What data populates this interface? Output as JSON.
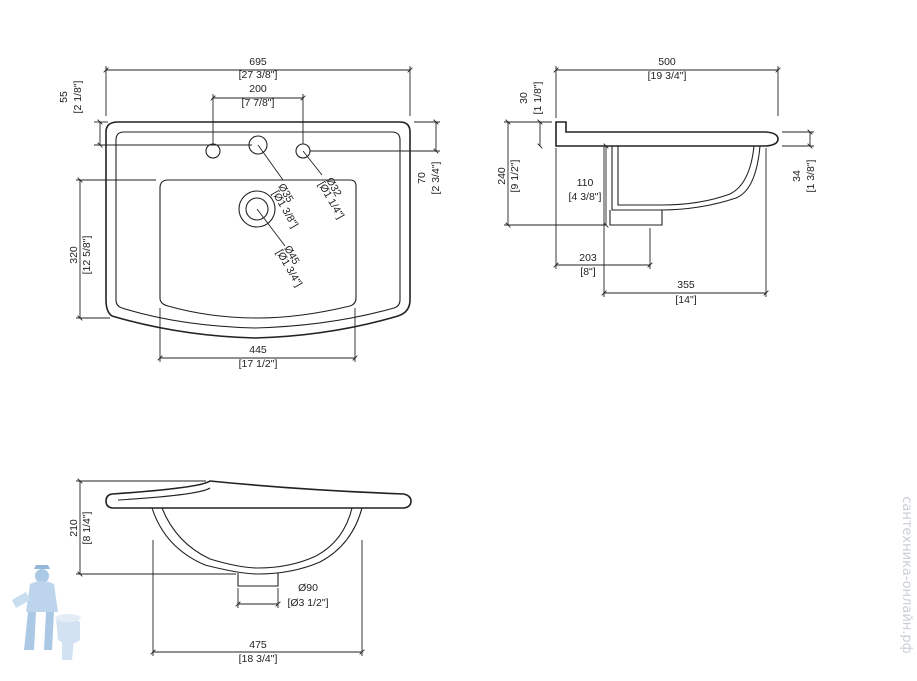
{
  "top_view": {
    "overall_width": {
      "mm": "695",
      "in": "[27 3/8\"]"
    },
    "tap_spacing": {
      "mm": "200",
      "in": "[7 7/8\"]"
    },
    "rim_depth": {
      "mm": "55",
      "in": "[2 1/8\"]"
    },
    "tap_hole_offset": {
      "mm": "70",
      "in": "[2 3/4\"]"
    },
    "bowl_depth": {
      "mm": "320",
      "in": "[12 5/8\"]"
    },
    "bowl_width": {
      "mm": "445",
      "in": "[17 1/2\"]"
    },
    "hole_main": {
      "mm": "Ø35",
      "in": "[Ø1 3/8\"]"
    },
    "hole_small": {
      "mm": "Ø32",
      "in": "[Ø1 1/4\"]"
    },
    "drain_hole": {
      "mm": "Ø45",
      "in": "[Ø1 3/4\"]"
    }
  },
  "side_view": {
    "overall_depth": {
      "mm": "500",
      "in": "[19 3/4\"]"
    },
    "rim_thickness": {
      "mm": "30",
      "in": "[1 1/8\"]"
    },
    "total_height": {
      "mm": "240",
      "in": "[9 1/2\"]"
    },
    "drain_height": {
      "mm": "110",
      "in": "[4 3/8\"]"
    },
    "back_to_drain": {
      "mm": "203",
      "in": "[8\"]"
    },
    "bowl_length": {
      "mm": "355",
      "in": "[14\"]"
    },
    "front_edge": {
      "mm": "34",
      "in": "[1 3/8\"]"
    }
  },
  "front_view": {
    "height": {
      "mm": "210",
      "in": "[8 1/4\"]"
    },
    "drain_diameter": {
      "mm": "Ø90",
      "in": "[Ø3 1/2\"]"
    },
    "bowl_width": {
      "mm": "475",
      "in": "[18 3/4\"]"
    }
  },
  "watermark": {
    "text": "сантехника-онлайн.рф"
  },
  "colors": {
    "line": "#222222",
    "watermark": "#c9cfd6",
    "mascot": "#8fb6dc"
  }
}
